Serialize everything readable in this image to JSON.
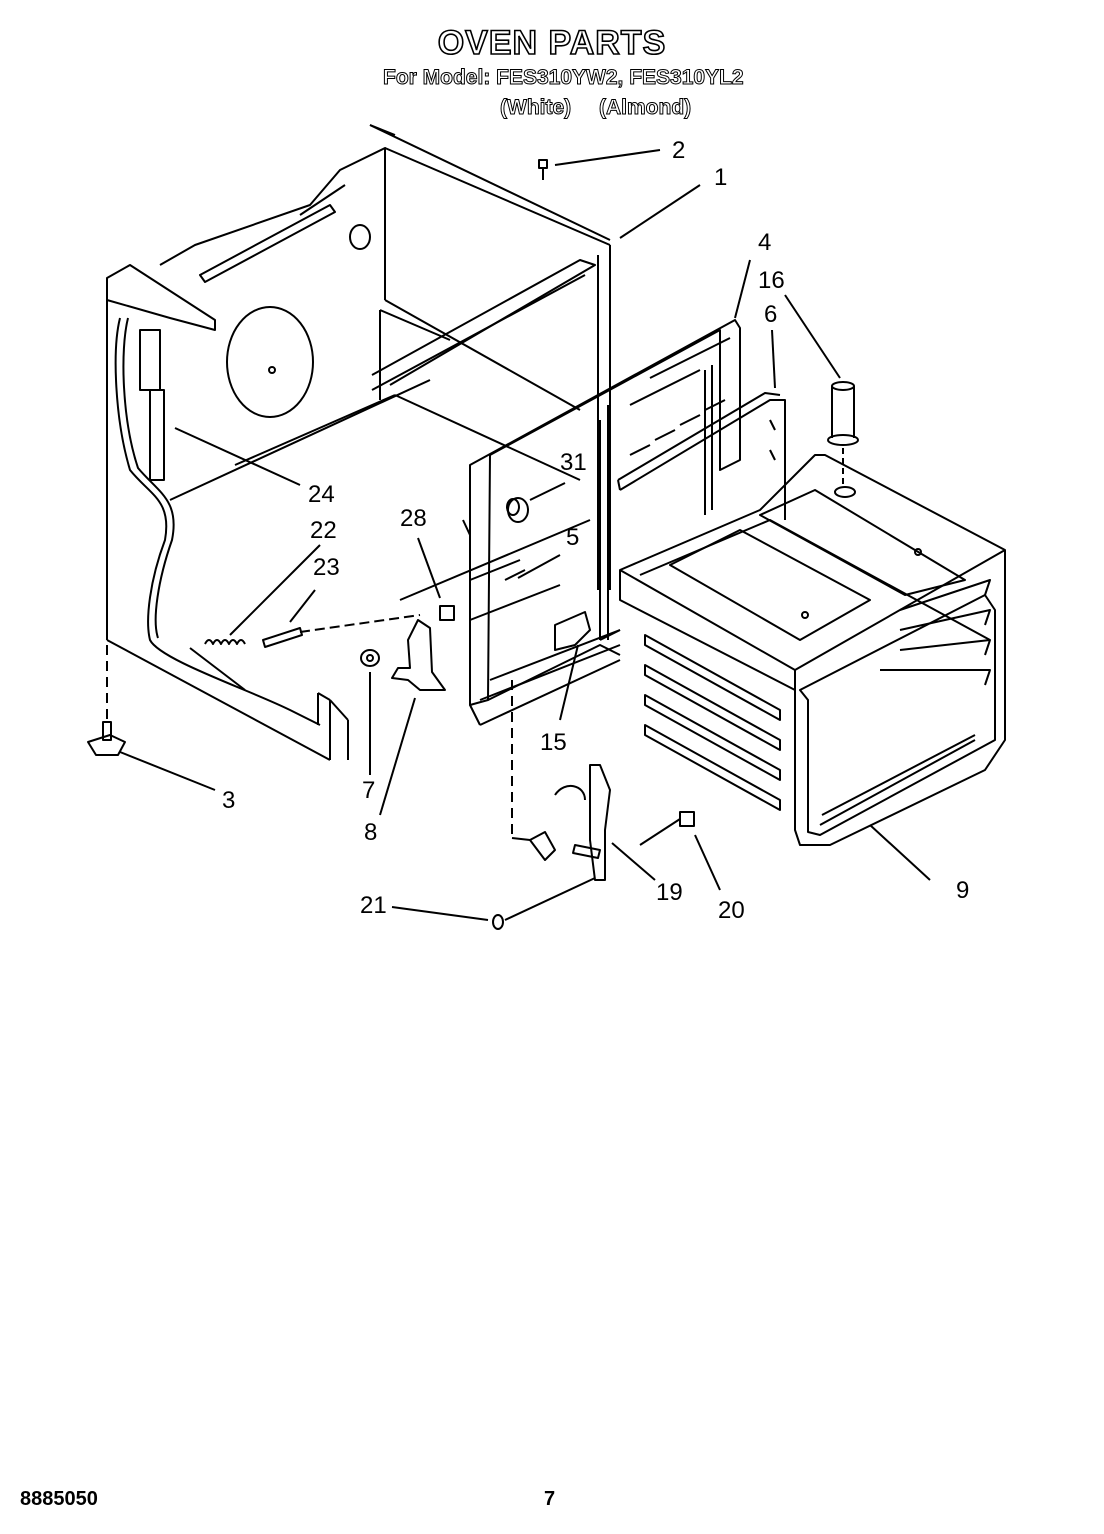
{
  "header": {
    "title": "OVEN PARTS",
    "model_line": "For Model: FES310YW2, FES310YL2",
    "variant_white": "(White)",
    "variant_almond": "(Almond)"
  },
  "callouts": {
    "c1": "1",
    "c2": "2",
    "c3": "3",
    "c4": "4",
    "c5": "5",
    "c6": "6",
    "c7": "7",
    "c8": "8",
    "c9": "9",
    "c15": "15",
    "c16": "16",
    "c19": "19",
    "c20": "20",
    "c21": "21",
    "c22": "22",
    "c23": "23",
    "c24": "24",
    "c28": "28",
    "c31": "31"
  },
  "footer": {
    "doc_number": "8885050",
    "page_number": "7"
  }
}
